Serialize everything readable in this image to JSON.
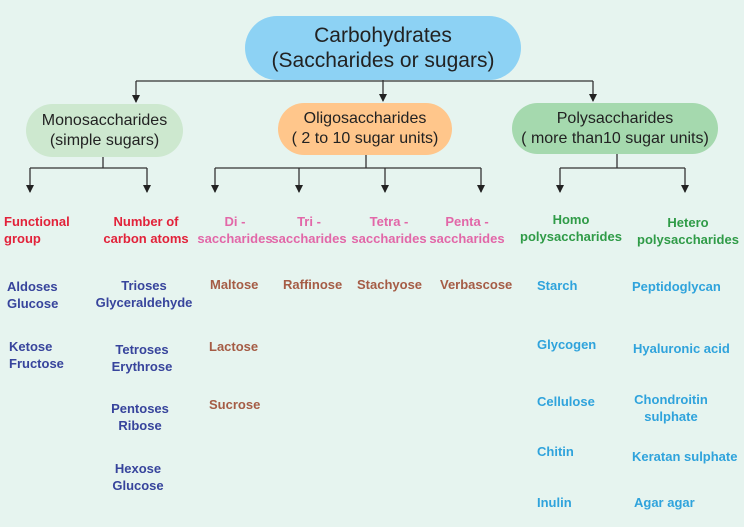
{
  "root": {
    "line1": "Carbohydrates",
    "line2": "(Saccharides or sugars)"
  },
  "mono": {
    "line1": "Monosaccharides",
    "line2": "(simple sugars)",
    "functional": {
      "line1": "Functional",
      "line2": "group",
      "items": [
        {
          "line1": "Aldoses",
          "line2": "Glucose"
        },
        {
          "line1": "Ketose",
          "line2": "Fructose"
        }
      ]
    },
    "carbon": {
      "line1": "Number of",
      "line2": "carbon atoms",
      "items": [
        {
          "line1": "Trioses",
          "line2": "Glyceraldehyde"
        },
        {
          "line1": "Tetroses",
          "line2": "Erythrose"
        },
        {
          "line1": "Pentoses",
          "line2": "Ribose"
        },
        {
          "line1": "Hexose",
          "line2": "Glucose"
        }
      ]
    }
  },
  "oligo": {
    "line1": "Oligosaccharides",
    "line2": "( 2 to 10 sugar units)",
    "di": {
      "line1": "Di -",
      "line2": "saccharides",
      "items": [
        "Maltose",
        "Lactose",
        "Sucrose"
      ]
    },
    "tri": {
      "line1": "Tri -",
      "line2": "saccharides",
      "items": [
        "Raffinose"
      ]
    },
    "tetra": {
      "line1": "Tetra -",
      "line2": "saccharides",
      "items": [
        "Stachyose"
      ]
    },
    "penta": {
      "line1": "Penta -",
      "line2": "saccharides",
      "items": [
        "Verbascose"
      ]
    }
  },
  "poly": {
    "line1": "Polysaccharides",
    "line2": "( more than10 sugar units)",
    "homo": {
      "line1": "Homo",
      "line2": "polysaccharides",
      "items": [
        "Starch",
        "Glycogen",
        "Cellulose",
        "Chitin",
        "Inulin"
      ]
    },
    "hetero": {
      "line1": "Hetero",
      "line2": "polysaccharides",
      "items": [
        "Peptidoglycan",
        "Hyaluronic acid",
        "Chondroitin",
        "sulphate",
        "Keratan sulphate",
        "Agar agar"
      ]
    }
  },
  "colors": {
    "background": "#e6f4ef",
    "root_fill": "#8dd2f4",
    "mono_fill": "#cde8cf",
    "oligo_fill": "#ffc68b",
    "poly_fill": "#a5d9ae",
    "category_red": "#e2223a",
    "category_pink": "#e267a8",
    "category_green": "#2f9b47",
    "example_navy": "#37449c",
    "example_brown": "#a55c45",
    "example_cyan": "#2fa3dc"
  }
}
